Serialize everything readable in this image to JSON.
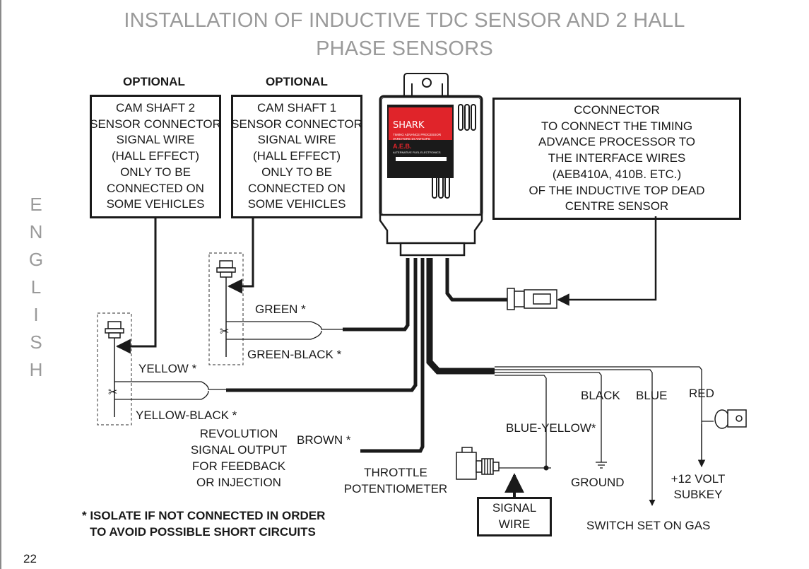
{
  "title_line1": "INSTALLATION OF INDUCTIVE TDC SENSOR AND 2 HALL",
  "title_line2": "PHASE SENSORS",
  "side_letters": [
    "E",
    "N",
    "G",
    "L",
    "I",
    "S",
    "H"
  ],
  "page_number": "22",
  "optional_label_1": "OPTIONAL",
  "optional_label_2": "OPTIONAL",
  "box_cam2": [
    "CAM  SHAFT 2",
    "SENSOR CONNECTOR",
    "SIGNAL WIRE",
    "(HALL EFFECT)",
    "ONLY TO BE",
    "CONNECTED ON",
    "SOME VEHICLES"
  ],
  "box_cam1": [
    "CAM  SHAFT 1",
    "SENSOR CONNECTOR",
    "SIGNAL WIRE",
    "(HALL EFFECT)",
    "ONLY TO BE",
    "CONNECTED ON",
    "SOME VEHICLES"
  ],
  "box_connector": [
    "CCONNECTOR",
    "TO CONNECT THE TIMING",
    "ADVANCE PROCESSOR TO",
    "THE INTERFACE WIRES",
    "(AEB410A, 410B. ETC.)",
    "OF THE INDUCTIVE TOP DEAD",
    "CENTRE SENSOR"
  ],
  "box_signal": [
    "SIGNAL",
    "WIRE"
  ],
  "device": {
    "brand": "SHARK",
    "line1": "TIMING ADVANCE PROCESSOR",
    "line2": "VARIATORE DI ANTICIPO",
    "logo": "A.E.B.",
    "footer": "ALTERNATIVE FUEL ELECTRONICS"
  },
  "wires": {
    "green": "GREEN *",
    "green_black": "GREEN-BLACK *",
    "yellow": "YELLOW *",
    "yellow_black": "YELLOW-BLACK *",
    "brown": "BROWN *",
    "black": "BLACK",
    "blue": "BLUE",
    "red": "RED",
    "blue_yellow": "BLUE-YELLOW*"
  },
  "labels": {
    "revolution": [
      "REVOLUTION",
      "SIGNAL OUTPUT",
      "FOR FEEDBACK",
      "OR INJECTION"
    ],
    "throttle": [
      "THROTTLE",
      "POTENTIOMETER"
    ],
    "ground": "GROUND",
    "volt": [
      "+12 VOLT",
      "SUBKEY"
    ],
    "switch": "SWITCH SET ON GAS"
  },
  "note": [
    "* ISOLATE IF NOT CONNECTED IN ORDER",
    "TO AVOID POSSIBLE SHORT CIRCUITS"
  ],
  "colors": {
    "line": "#1a1a1a",
    "title": "#9a9a9a",
    "device_label": "#e0242a"
  }
}
